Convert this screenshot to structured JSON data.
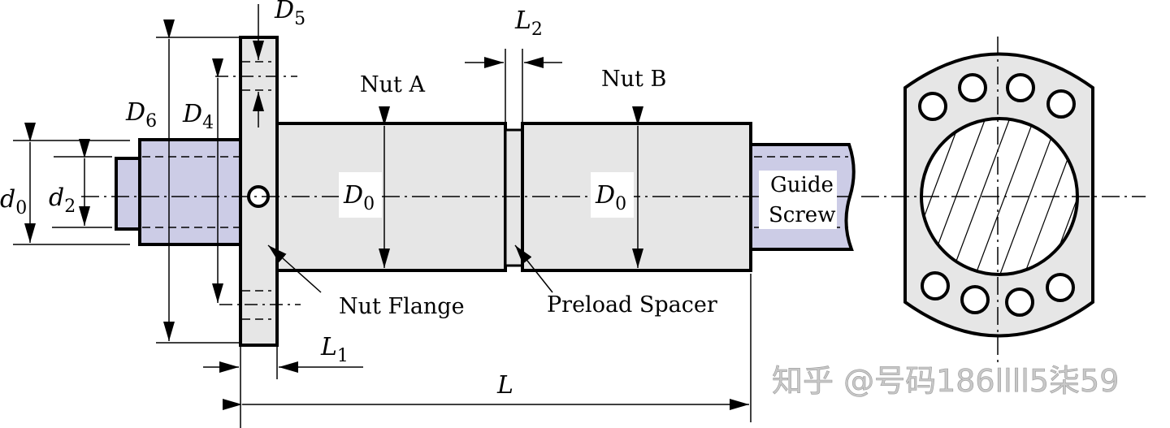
{
  "labels": {
    "d0": {
      "main": "d",
      "sub": "0"
    },
    "d2": {
      "main": "d",
      "sub": "2"
    },
    "D6": {
      "main": "D",
      "sub": "6"
    },
    "D4": {
      "main": "D",
      "sub": "4"
    },
    "D5": {
      "main": "D",
      "sub": "5"
    },
    "D0a": {
      "main": "D",
      "sub": "0"
    },
    "D0b": {
      "main": "D",
      "sub": "0"
    },
    "L1": {
      "main": "L",
      "sub": "1"
    },
    "L2": {
      "main": "L",
      "sub": "2"
    },
    "L": "L",
    "nut_a": "Nut A",
    "nut_b": "Nut B",
    "guide_screw_1": "Guide",
    "guide_screw_2": "Screw",
    "nut_flange": "Nut Flange",
    "preload_spacer": "Preload Spacer"
  },
  "watermark": "知乎 @号码186llll5柒59",
  "colors": {
    "part_gray": "#e6e6e6",
    "screw_blue": "#ccccE6"
  }
}
